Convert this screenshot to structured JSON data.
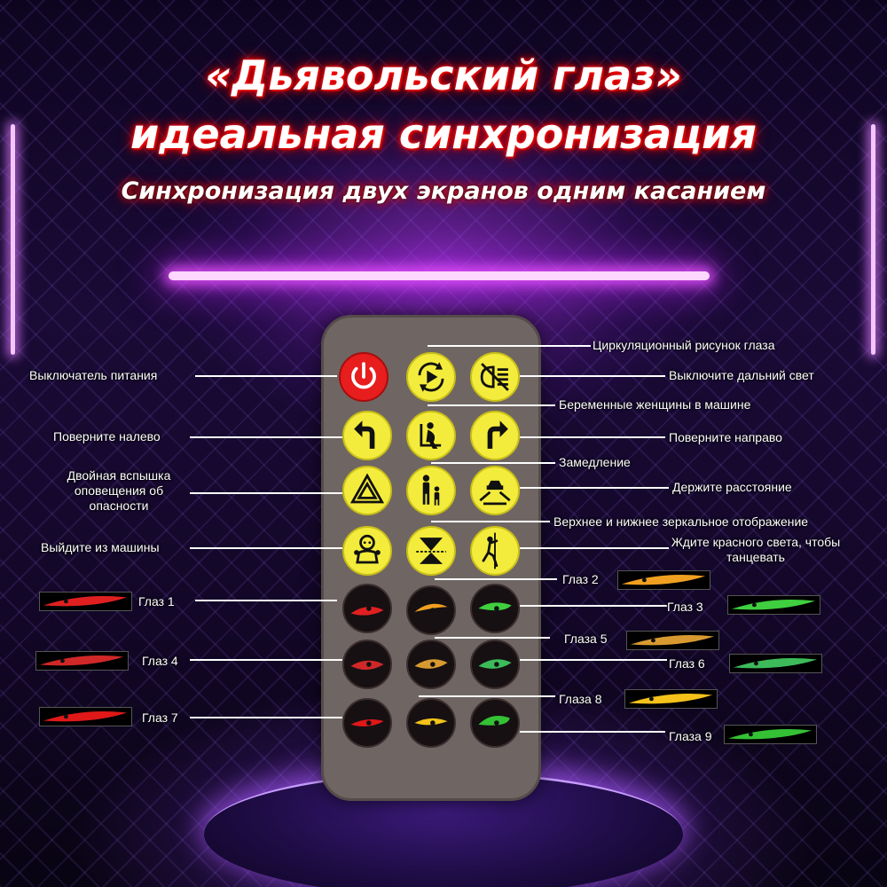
{
  "title": {
    "line1": "«Дьявольский глаз»",
    "line2": "идеальная синхронизация",
    "subtitle": "Синхронизация двух экранов одним касанием"
  },
  "buttons": {
    "power": {
      "icon": "power-icon",
      "label": "Выключатель питания"
    },
    "eye_cycle": {
      "icon": "cycle-play-icon",
      "label": "Циркуляционный рисунок глаза"
    },
    "high_beam_off": {
      "icon": "high-beam-off-icon",
      "label": "Выключите дальний свет"
    },
    "turn_left": {
      "icon": "arrow-left-turn-icon",
      "label": "Поверните налево"
    },
    "pregnant": {
      "icon": "pregnant-woman-icon",
      "label": "Беременные женщины в машине"
    },
    "turn_right": {
      "icon": "arrow-right-turn-icon",
      "label": "Поверните направо"
    },
    "hazard": {
      "icon": "hazard-triangle-icon",
      "label": "Двойная вспышка оповещения об опасности"
    },
    "slow_down": {
      "icon": "parent-child-icon",
      "label": "Замедление"
    },
    "keep_distance": {
      "icon": "car-distance-icon",
      "label": "Держите расстояние"
    },
    "exit_car": {
      "icon": "baby-icon",
      "label": "Выйдите из машины"
    },
    "mirror": {
      "icon": "mirror-hourglass-icon",
      "label": "Верхнее и нижнее зеркальное отображение"
    },
    "red_light_dance": {
      "icon": "pole-dancer-icon",
      "label": "Ждите красного света, чтобы танцевать"
    }
  },
  "eyes": [
    {
      "label": "Глаз 1",
      "color": "#e02020"
    },
    {
      "label": "Глаз 2",
      "color": "#f0a020"
    },
    {
      "label": "Глаз 3",
      "color": "#3fcf3f"
    },
    {
      "label": "Глаз 4",
      "color": "#d02828"
    },
    {
      "label": "Глаза 5",
      "color": "#d89a30"
    },
    {
      "label": "Глаз 6",
      "color": "#3dbb5a"
    },
    {
      "label": "Глаз 7",
      "color": "#e01818"
    },
    {
      "label": "Глаза 8",
      "color": "#f4c21a"
    },
    {
      "label": "Глаза 9",
      "color": "#34c134"
    }
  ],
  "colors": {
    "button_yellow": "#f4ec3c",
    "power_red": "#e81d1d",
    "remote_body": "#6f6664",
    "neon_purple": "#d060ff"
  }
}
